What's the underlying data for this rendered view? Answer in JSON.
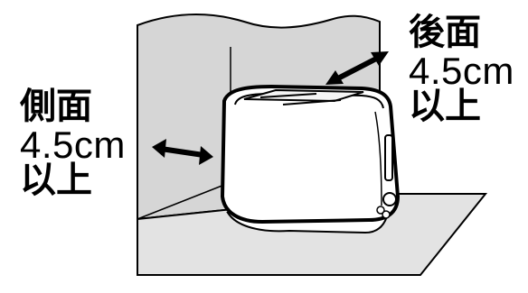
{
  "labels": {
    "back": {
      "title": "後面",
      "distance": "4.5cm",
      "suffix": "以上"
    },
    "side": {
      "title": "側面",
      "distance": "4.5cm",
      "suffix": "以上"
    }
  },
  "colors": {
    "background": "#ffffff",
    "floor": "#e3e3e3",
    "wall": "#d6d6d6",
    "line": "#000000",
    "toaster_body": "#ffffff"
  }
}
